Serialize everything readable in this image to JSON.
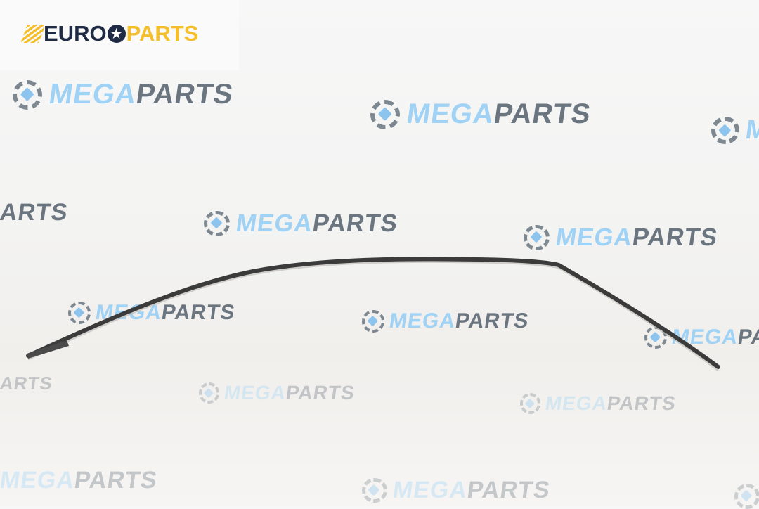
{
  "logo": {
    "euro": "EURO",
    "star": "★",
    "parts": "PARTS"
  },
  "watermark": {
    "mega": "MEGA",
    "parts": "PARTS",
    "parts_partial": "ARTS",
    "mega_partial": "M",
    "parts_partial2": "PA"
  },
  "colors": {
    "logo_navy": "#1f2a44",
    "logo_yellow": "#f4bf2a",
    "watermark_blue": "#9fd2f5",
    "watermark_gray": "#6b7580",
    "strip": "#3b3b3b"
  }
}
